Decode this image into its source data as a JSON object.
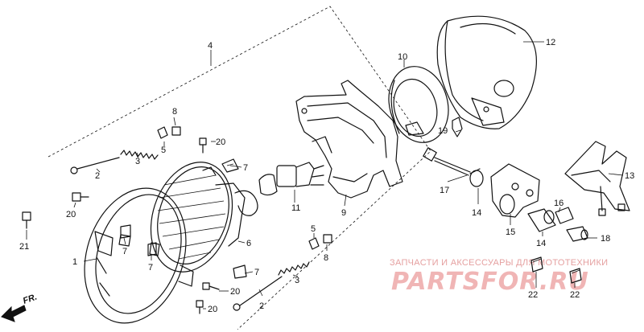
{
  "callouts": {
    "c1": "1",
    "c2a": "2",
    "c2b": "2",
    "c3a": "3",
    "c3b": "3",
    "c4": "4",
    "c5a": "5",
    "c5b": "5",
    "c6": "6",
    "c7a": "7",
    "c7b": "7",
    "c7c": "7",
    "c7d": "7",
    "c8a": "8",
    "c8b": "8",
    "c9": "9",
    "c10": "10",
    "c11": "11",
    "c12": "12",
    "c13": "13",
    "c14a": "14",
    "c14b": "14",
    "c15": "15",
    "c16": "16",
    "c17": "17",
    "c18": "18",
    "c19": "19",
    "c20a": "20",
    "c20b": "20",
    "c20c": "20",
    "c20d": "20",
    "c21": "21",
    "c22a": "22",
    "c22b": "22"
  },
  "direction": "FR.",
  "watermark": {
    "tagline": "ЗАПЧАСТИ И АКСЕССУАРЫ ДЛЯ МОТОТЕХНИКИ",
    "logo": "PARTSFOR.RU"
  }
}
